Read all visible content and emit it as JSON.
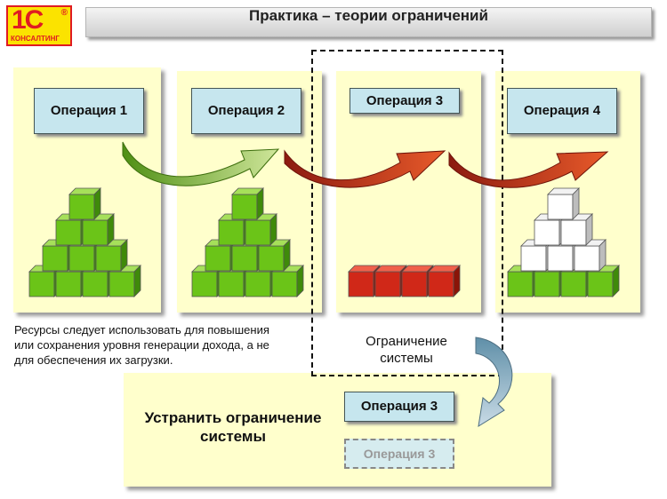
{
  "logo": {
    "main": "1С",
    "reg": "®",
    "sub": "КОНСАЛТИНГ"
  },
  "title": "Практика – теории ограничений",
  "operations": [
    "Операция 1",
    "Операция 2",
    "Операция 3",
    "Операция 4"
  ],
  "note": "Ресурсы следует использовать для повышения или сохранения уровня генерации дохода, а не для обеспечения их загрузки.",
  "constraint_label": "Ограничение системы",
  "bottom": {
    "heading": "Устранить ограничение системы",
    "op_active": "Операция 3",
    "op_ghost": "Операция 3"
  },
  "colors": {
    "panel": "#ffffcc",
    "op_box": "#c6e6ee",
    "green": "#6bc418",
    "red": "#d02818",
    "white": "#ffffff",
    "logo_yellow": "#fbe300",
    "logo_red": "#e01b22"
  }
}
